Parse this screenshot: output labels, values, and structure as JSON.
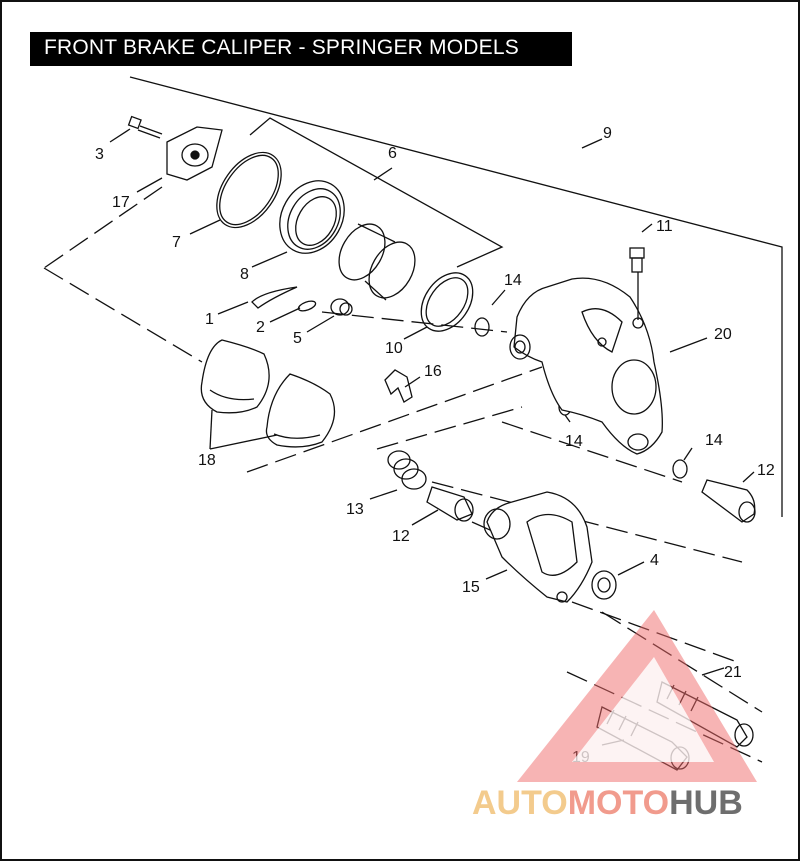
{
  "title": "FRONT BRAKE CALIPER - SPRINGER MODELS",
  "callouts": {
    "c1": "1",
    "c2": "2",
    "c3": "3",
    "c4": "4",
    "c5": "5",
    "c6": "6",
    "c7": "7",
    "c8": "8",
    "c9": "9",
    "c10": "10",
    "c11": "11",
    "c12a": "12",
    "c12b": "12",
    "c13": "13",
    "c14a": "14",
    "c14b": "14",
    "c14c": "14",
    "c15": "15",
    "c16": "16",
    "c17": "17",
    "c18": "18",
    "c19": "19",
    "c20": "20",
    "c21": "21"
  },
  "watermark": {
    "part1": "AUTO",
    "part2": "MOTO",
    "part3": "HUB"
  },
  "colors": {
    "watermark_red": "#ef6a6a",
    "watermark_orange": "#f2c27a",
    "watermark_gray": "#555555"
  }
}
